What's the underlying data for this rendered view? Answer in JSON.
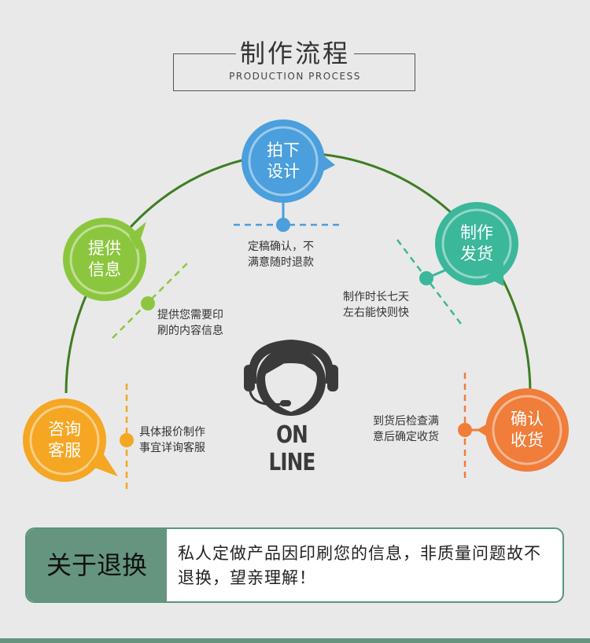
{
  "header": {
    "title": "制作流程",
    "subtitle": "PRODUCTION PROCESS"
  },
  "steps": [
    {
      "label_line1": "咨询",
      "label_line2": "客服",
      "color": "#f5a623",
      "desc_line1": "具体报价制作",
      "desc_line2": "事宜详询客服"
    },
    {
      "label_line1": "提供",
      "label_line2": "信息",
      "color": "#8cc63f",
      "desc_line1": "提供您需要印",
      "desc_line2": "刷的内容信息"
    },
    {
      "label_line1": "拍下",
      "label_line2": "设计",
      "color": "#4a9fdc",
      "desc_line1": "定稿确认，不",
      "desc_line2": "满意随时退款"
    },
    {
      "label_line1": "制作",
      "label_line2": "发货",
      "color": "#3bb79a",
      "desc_line1": "制作时长七天",
      "desc_line2": "左右能快则快"
    },
    {
      "label_line1": "确认",
      "label_line2": "收货",
      "color": "#f07d3a",
      "desc_line1": "到货后检查满",
      "desc_line2": "意后确定收货"
    }
  ],
  "center": {
    "icon": "headset-agent-icon",
    "text": "ON LINE"
  },
  "notice": {
    "title": "关于退换",
    "text": "私人定做产品因印刷您的信息，非质量问题故不退换，望亲理解！",
    "accent": "#65957f"
  }
}
